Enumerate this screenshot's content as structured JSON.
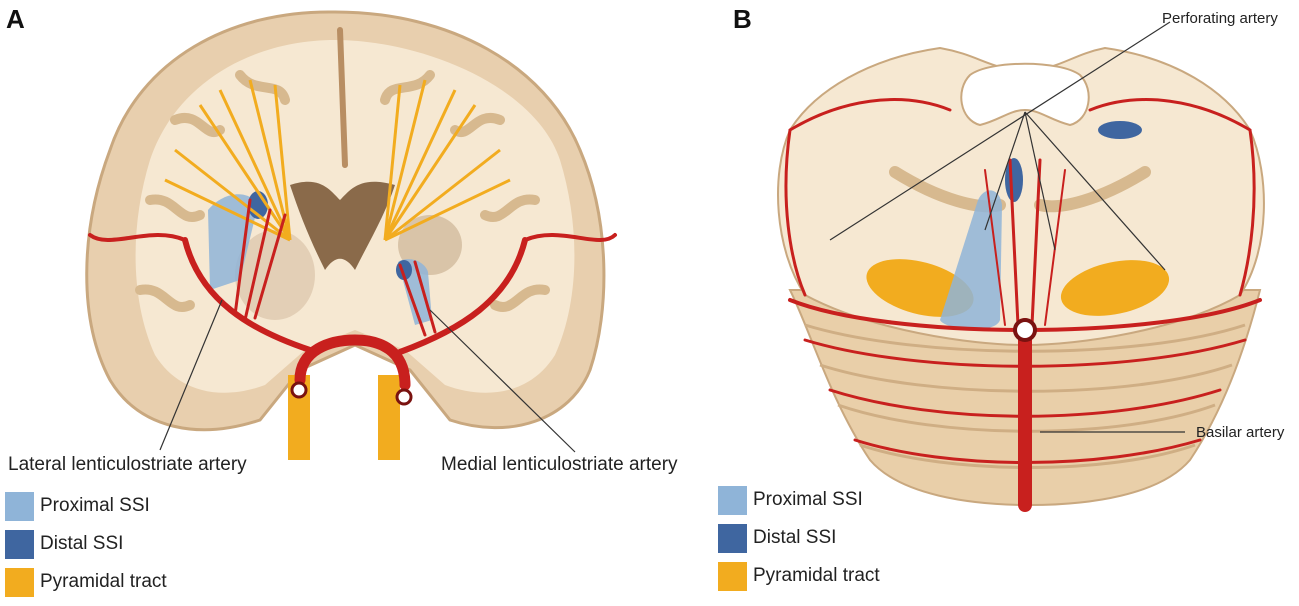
{
  "panel_a": {
    "letter": "A",
    "labels": {
      "lateral": "Lateral lenticulostriate artery",
      "medial": "Medial lenticulostriate artery"
    },
    "legend": [
      {
        "label": "Proximal SSI",
        "color": "#8fb4d8"
      },
      {
        "label": "Distal SSI",
        "color": "#3f66a0"
      },
      {
        "label": "Pyramidal tract",
        "color": "#f2ac1f"
      }
    ]
  },
  "panel_b": {
    "letter": "B",
    "labels": {
      "perforating": "Perforating artery",
      "basilar": "Basilar artery"
    },
    "legend": [
      {
        "label": "Proximal SSI",
        "color": "#8fb4d8"
      },
      {
        "label": "Distal SSI",
        "color": "#3f66a0"
      },
      {
        "label": "Pyramidal tract",
        "color": "#f2ac1f"
      }
    ]
  },
  "colors": {
    "tissue": "#f6e8d2",
    "cortex": "#e8cfae",
    "artery": "#c8201e",
    "tract": "#f2ac1f",
    "proximal": "#8fb4d8",
    "distal": "#3f66a0"
  }
}
